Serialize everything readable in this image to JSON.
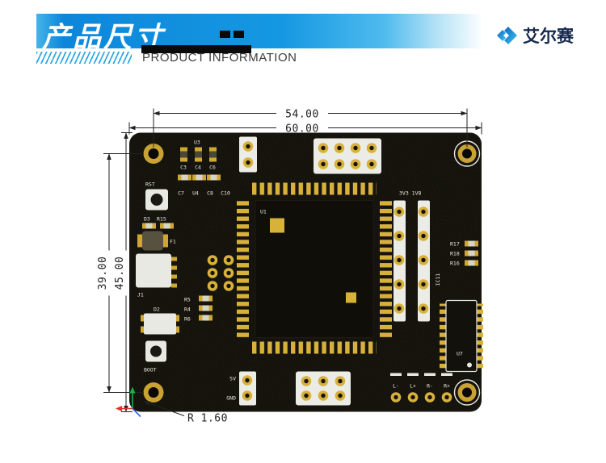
{
  "header": {
    "title": "产品尺寸",
    "subtitle": "PRODUCT INFORMATION",
    "brand": "艾尔赛"
  },
  "diagram": {
    "dimensions": {
      "hole_span_width": "54.00",
      "board_width": "60.00",
      "hole_span_height": "39.00",
      "board_height": "45.00",
      "corner_radius": "R 1.60"
    },
    "silk_labels": {
      "u3": "U3",
      "c3": "C3",
      "c4": "C4",
      "c6": "C6",
      "c7": "C7",
      "u4": "U4",
      "c8": "C8",
      "c10": "C10",
      "rst": "RST",
      "d3": "D3",
      "r15": "R15",
      "f1": "F1",
      "j1": "J1",
      "r5": "R5",
      "r4": "R4",
      "r6": "R6",
      "d2": "D2",
      "boot": "BOOT",
      "u1": "U1",
      "power_rail": "3V3 1V8",
      "r17": "R17",
      "r18": "R18",
      "r16": "R16",
      "ic11": "IC11",
      "u7": "U7",
      "v5": "5V",
      "gnd": "GND",
      "audio_lm": "L-",
      "audio_lp": "L+",
      "audio_rm": "R-",
      "audio_rp": "R+"
    },
    "colors": {
      "board": "#0c0b07",
      "pad_gold": "#d8b13a",
      "silkscreen": "#e9e9e1",
      "dimension": "#222222"
    }
  },
  "theme": {
    "banner_blue": "#1095e0",
    "accent_cyan": "#2aa7e4",
    "brand_navy": "#182a4d"
  }
}
